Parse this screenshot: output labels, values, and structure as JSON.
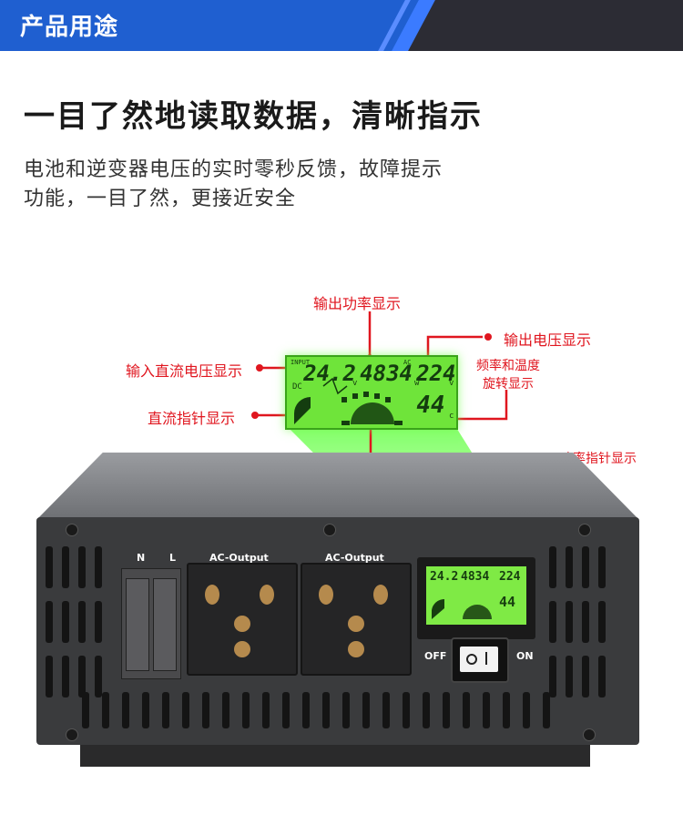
{
  "header": {
    "title": "产品用途"
  },
  "headline": "一目了然地读取数据，清晰指示",
  "body": {
    "line1": "电池和逆变器电压的实时零秒反馈，故障提示",
    "line2": "功能，一目了然，更接近安全"
  },
  "callouts": {
    "output_power": "输出功率显示",
    "output_voltage": "输出电压显示",
    "input_dc_voltage": "输入直流电压显示",
    "freq_temp_line1": "频率和温度",
    "freq_temp_line2": "旋转显示",
    "dc_pointer": "直流指针显示",
    "power_pointer": "功率指针显示"
  },
  "lcd": {
    "input_label": "INPUT",
    "dc_label": "DC",
    "ac_label": "AC",
    "input_voltage": "24.2",
    "power": "4834",
    "output_voltage": "224",
    "temperature": "44",
    "unit_v": "v",
    "unit_w": "w",
    "unit_c": "c"
  },
  "device": {
    "terminal_n": "N",
    "terminal_l": "L",
    "ac_output_1": "AC-Output",
    "ac_output_2": "AC-Output",
    "off_label": "OFF",
    "on_label": "ON"
  },
  "colors": {
    "header_dark": "#2c2c34",
    "header_blue": "#1f5fd0",
    "callout_red": "#e0161f",
    "lcd_green": "#6fe43a"
  }
}
